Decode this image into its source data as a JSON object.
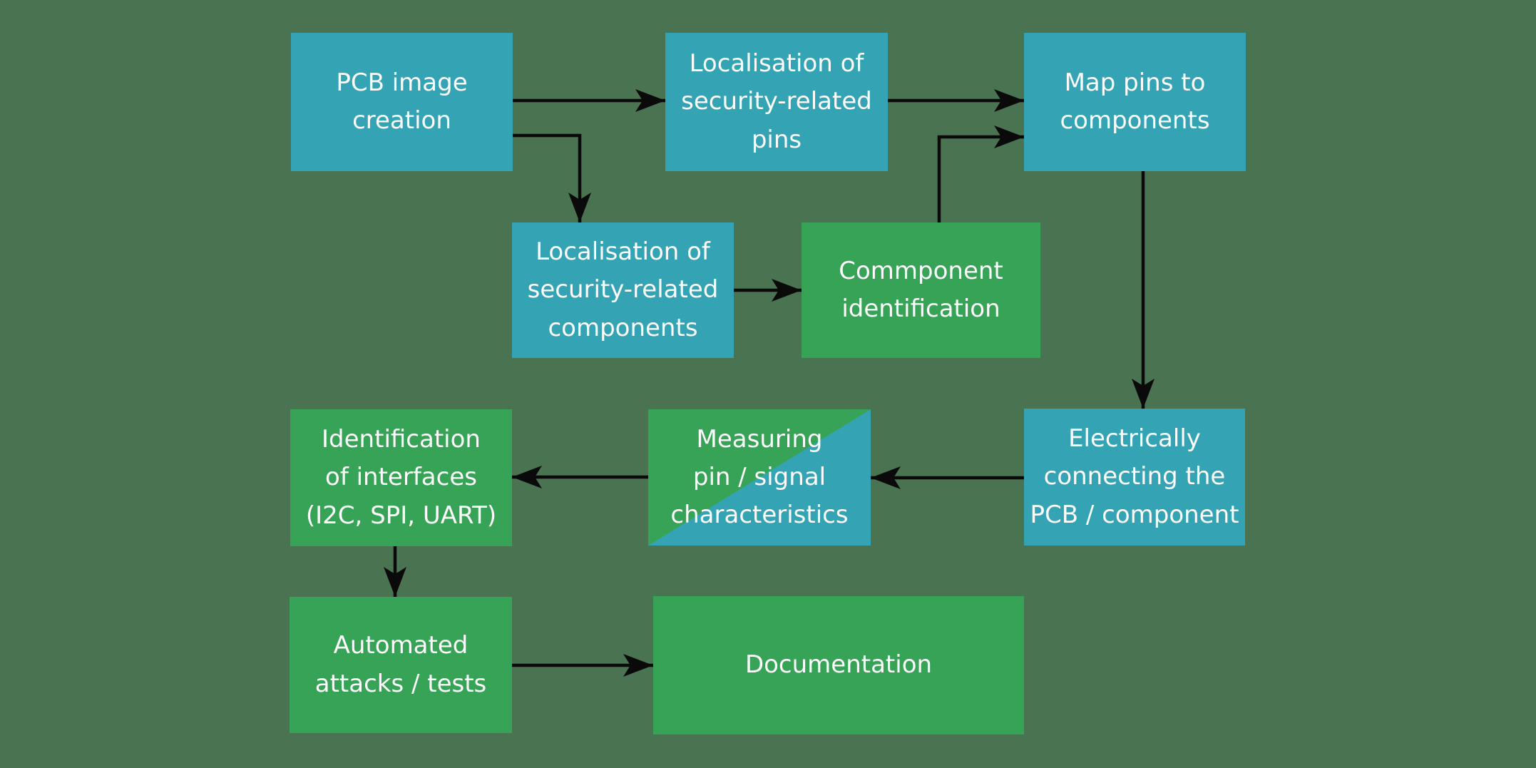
{
  "colors": {
    "background": "#4a7351",
    "teal": "#34a4b5",
    "green": "#37a356",
    "arrow": "#0a0a0a",
    "text": "#fcfcfc"
  },
  "nodes": {
    "pcb": {
      "label": "PCB image\ncreation",
      "fill": "teal"
    },
    "locPins": {
      "label": "Localisation of\nsecurity-related\npins",
      "fill": "teal"
    },
    "mapPins": {
      "label": "Map pins to\ncomponents",
      "fill": "teal"
    },
    "locComponents": {
      "label": "Localisation of\nsecurity-related\ncomponents",
      "fill": "teal"
    },
    "componentId": {
      "label": "Commponent\nidentification",
      "fill": "green"
    },
    "electrically": {
      "label": "Electrically\nconnecting the\nPCB / component",
      "fill": "teal"
    },
    "measuring": {
      "label": "Measuring\npin / signal\ncharacteristics",
      "fill": "split-green-teal"
    },
    "interfaces": {
      "label": "Identification\nof interfaces\n(I2C, SPI, UART)",
      "fill": "green"
    },
    "attacks": {
      "label": "Automated\nattacks / tests",
      "fill": "green"
    },
    "documentation": {
      "label": "Documentation",
      "fill": "green"
    }
  },
  "edges": [
    {
      "from": "pcb",
      "to": "locPins"
    },
    {
      "from": "locPins",
      "to": "mapPins"
    },
    {
      "from": "pcb",
      "to": "locComponents"
    },
    {
      "from": "locComponents",
      "to": "componentId"
    },
    {
      "from": "componentId",
      "to": "mapPins"
    },
    {
      "from": "mapPins",
      "to": "electrically"
    },
    {
      "from": "electrically",
      "to": "measuring"
    },
    {
      "from": "measuring",
      "to": "interfaces"
    },
    {
      "from": "interfaces",
      "to": "attacks"
    },
    {
      "from": "attacks",
      "to": "documentation"
    }
  ]
}
